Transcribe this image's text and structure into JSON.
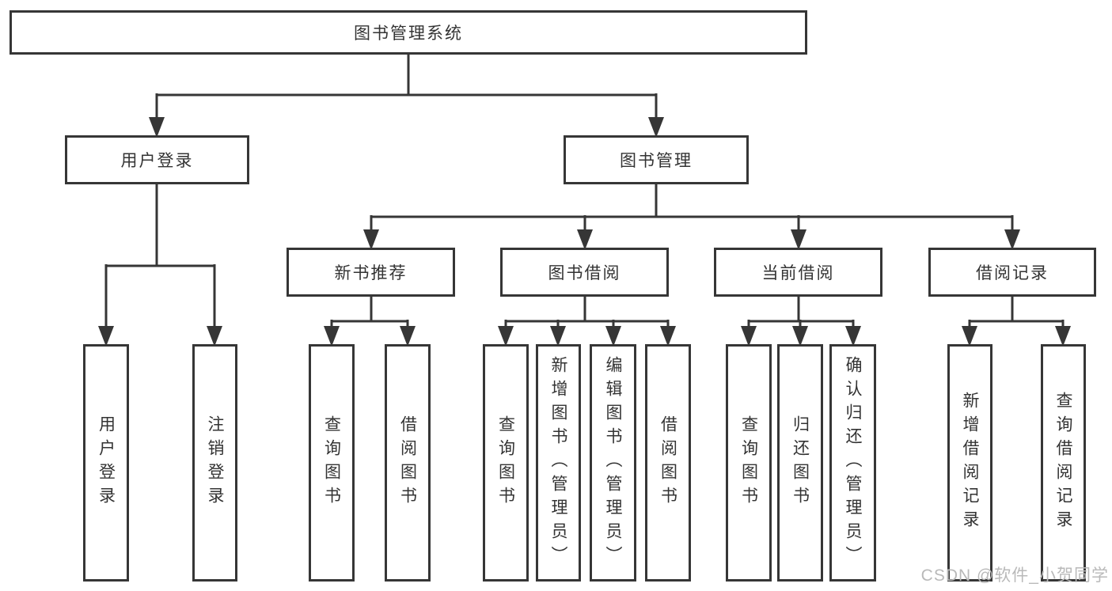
{
  "nodes": {
    "root": "图书管理系统",
    "user_login": "用户登录",
    "book_management": "图书管理",
    "new_book_recommend": "新书推荐",
    "book_borrowing": "图书借阅",
    "current_borrowing": "当前借阅",
    "borrow_records": "借阅记录",
    "leaf_user_login": "用户登录",
    "leaf_logout": "注销登录",
    "nbr_query_books": "查询图书",
    "nbr_borrow_books": "借阅图书",
    "bb_query_books": "查询图书",
    "bb_add_books_admin": "新增图书（管理员）",
    "bb_edit_books_admin": "编辑图书（管理员）",
    "bb_borrow_books": "借阅图书",
    "cb_query_books": "查询图书",
    "cb_return_books": "归还图书",
    "cb_confirm_return_admin": "确认归还（管理员）",
    "br_add_record": "新增借阅记录",
    "br_query_record": "查询借阅记录"
  },
  "watermark": "CSDN @软件_小贺同学",
  "colors": {
    "line": "#363636",
    "text": "#333333",
    "background": "#ffffff",
    "watermark": "#b9b9b9"
  }
}
